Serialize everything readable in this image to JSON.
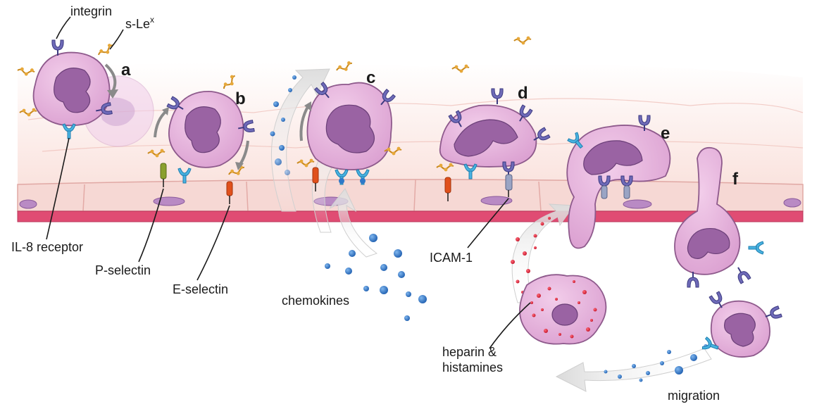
{
  "labels": {
    "integrin": "integrin",
    "slex_main": "s-Le",
    "slex_sup": "x",
    "il8_receptor": "IL-8 receptor",
    "p_selectin": "P-selectin",
    "e_selectin": "E-selectin",
    "chemokines": "chemokines",
    "icam1": "ICAM-1",
    "heparin_line1": "heparin &",
    "heparin_line2": "histamines",
    "migration": "migration"
  },
  "steps": [
    "a",
    "b",
    "c",
    "d",
    "e",
    "f"
  ],
  "colors": {
    "cell_fill": "#e9b7e0",
    "cell_stroke": "#8e5a8c",
    "nucleus": "#9a63a3",
    "endothelium": "#f6d8d4",
    "basement_membrane": "#e04c73",
    "integrin": "#6e6ab8",
    "slex": "#d99a2a",
    "il8_receptor": "#48b2e0",
    "p_selectin": "#8aa02e",
    "e_selectin": "#e0501c",
    "icam1": "#9aa4c4",
    "chemokine": "#2f78c8",
    "heparin": "#e02438"
  }
}
